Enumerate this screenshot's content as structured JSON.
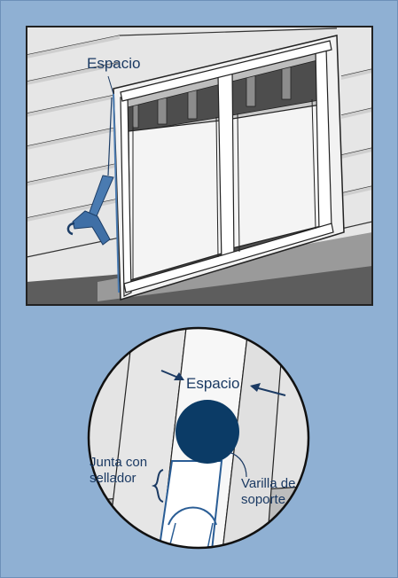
{
  "top_panel": {
    "gap_label": "Espacio"
  },
  "detail_panel": {
    "gap_label": "Espacio",
    "joint_label_line1": "Junta con",
    "joint_label_line2": "sellador",
    "rod_label_line1": "Varilla de",
    "rod_label_line2": "soporte"
  },
  "colors": {
    "background_blue": "#8fb0d3",
    "navy": "#0b3b66",
    "caulk_gun_blue": "#4a7bb1",
    "siding_gray": "#e4e4e4",
    "outline": "#222222"
  }
}
